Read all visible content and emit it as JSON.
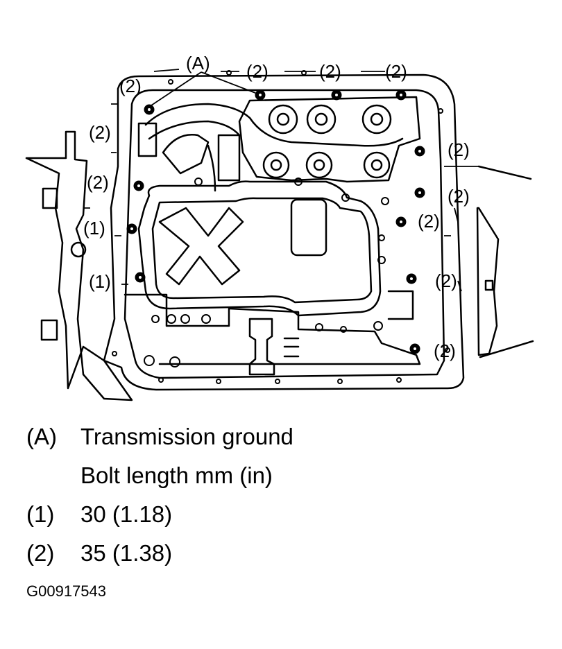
{
  "diagram": {
    "callouts": {
      "A": "(A)",
      "b1": "(1)",
      "b2": "(2)"
    }
  },
  "legend": {
    "items": [
      {
        "key": "(A)",
        "text": "Transmission ground"
      },
      {
        "key": "",
        "text": "Bolt length mm (in)"
      },
      {
        "key": "(1)",
        "text": "30 (1.18)"
      },
      {
        "key": "(2)",
        "text": "35 (1.38)"
      }
    ]
  },
  "figure_id": "G00917543"
}
